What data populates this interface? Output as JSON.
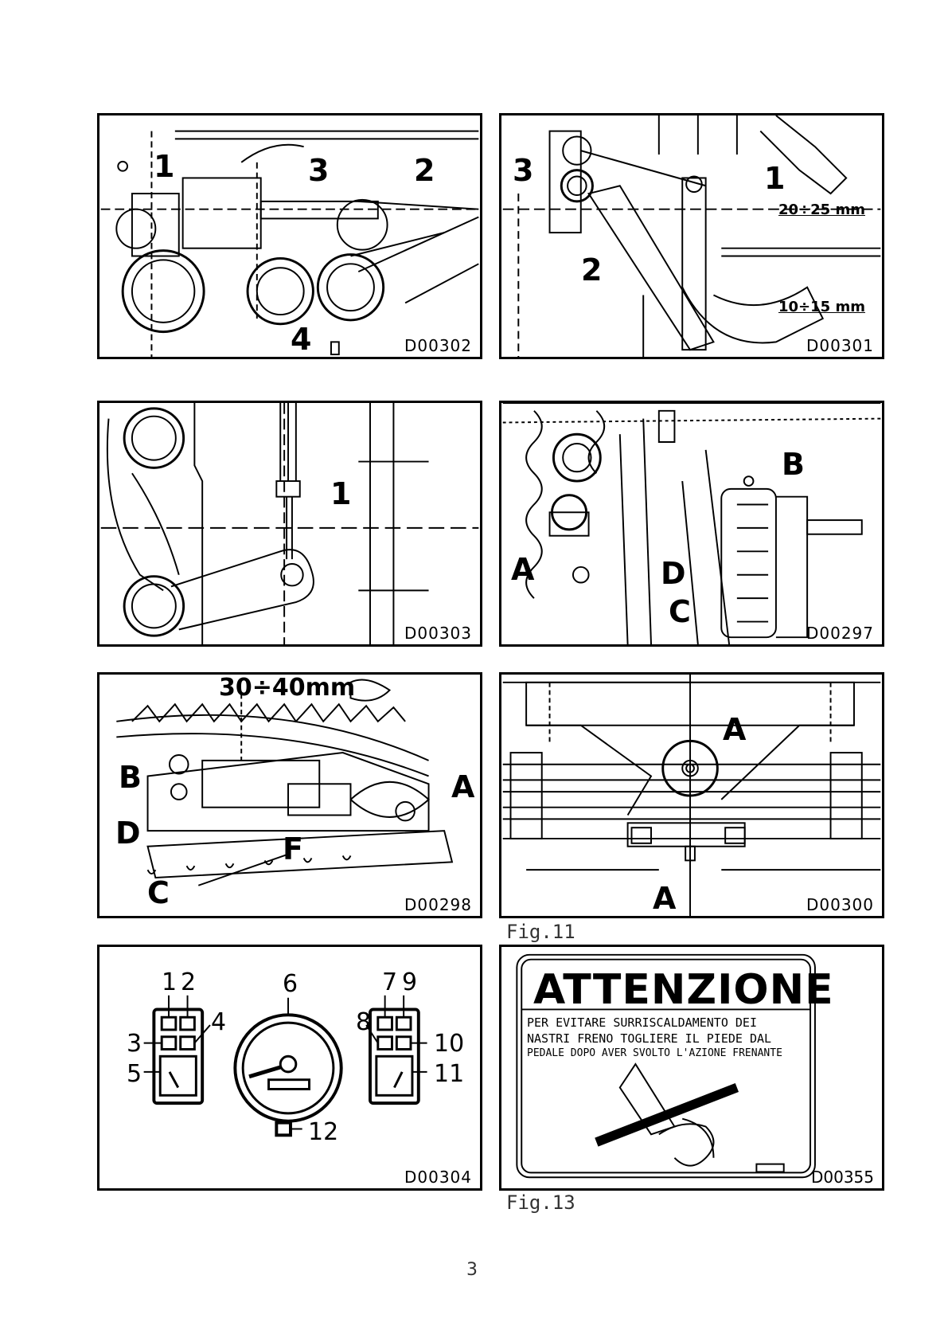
{
  "panels": {
    "p1": {
      "code": "D00302",
      "labels": [
        "1",
        "3",
        "2",
        "4"
      ]
    },
    "p2": {
      "code": "D00301",
      "labels": [
        "3",
        "1",
        "2"
      ],
      "measure_top": "20÷25 mm",
      "measure_bottom": "10÷15 mm"
    },
    "p3": {
      "code": "D00303",
      "labels": [
        "1"
      ]
    },
    "p4": {
      "code": "D00297",
      "labels": [
        "B",
        "A",
        "D",
        "C"
      ]
    },
    "p5": {
      "code": "D00298",
      "labels": [
        "B",
        "D",
        "F",
        "C",
        "A"
      ],
      "measure": "30÷40mm"
    },
    "p6": {
      "code": "D00300",
      "labels": [
        "A",
        "A"
      ]
    },
    "p7": {
      "code": "D00304",
      "labels": [
        "1",
        "2",
        "6",
        "7",
        "9",
        "3",
        "4",
        "8",
        "10",
        "5",
        "11",
        "12"
      ]
    },
    "p8": {
      "code": "D00355",
      "title": "ATTENZIONE",
      "lines": [
        "PER EVITARE SURRISCALDAMENTO DEI",
        "NASTRI FRENO TOGLIERE IL PIEDE DAL",
        "PEDALE DOPO AVER SVOLTO L'AZIONE FRENANTE"
      ]
    }
  },
  "captions": {
    "fig11": "Fig.11",
    "fig13": "Fig.13"
  },
  "page_number": "3"
}
